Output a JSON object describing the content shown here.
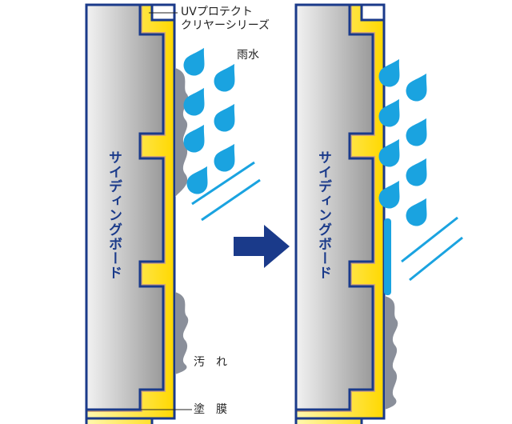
{
  "labels": {
    "coating_product_line1": "UVプロテクト",
    "coating_product_line2": "クリヤーシリーズ",
    "rain": "雨水",
    "dirt": "汚　れ",
    "film": "塗　膜",
    "board_left": "サイディングボード",
    "board_right": "サイディングボード"
  },
  "colors": {
    "navy": "#1a3a8a",
    "yellow": "#ffe23a",
    "drop": "#1aa3e0",
    "dirt": "#8a8f9a",
    "board": "#bdbdbd"
  }
}
